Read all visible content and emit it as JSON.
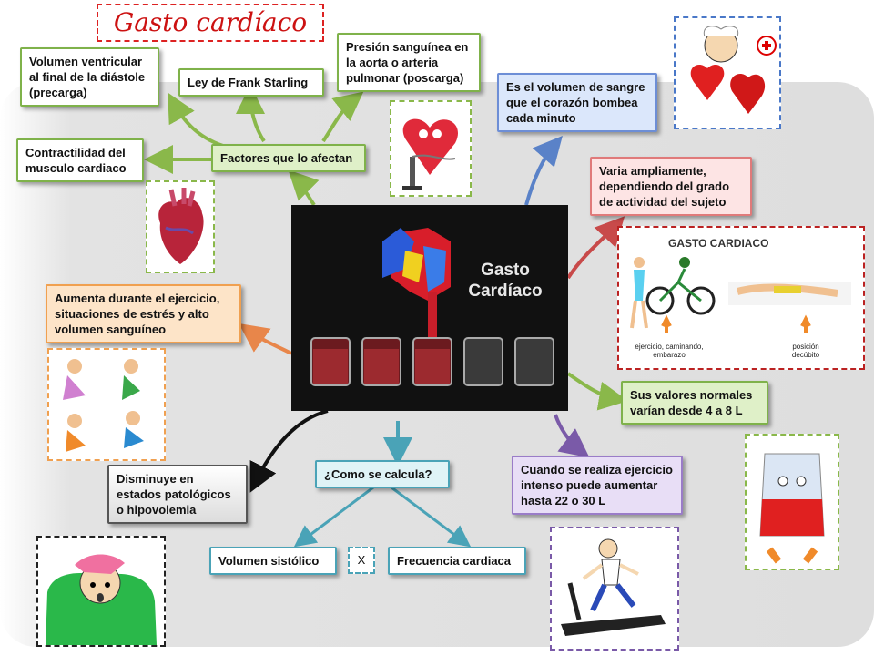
{
  "title": "Gasto cardíaco",
  "center_label": "Gasto Cardíaco",
  "nodes": {
    "factores": "Factores que lo afectan",
    "volumen_ventricular": "Volumen ventricular al final de la diástole (precarga)",
    "frank_starling": "Ley de Frank Starling",
    "presion": "Presión sanguínea en la aorta o arteria pulmonar (poscarga)",
    "contractilidad": "Contractilidad del musculo cardiaco",
    "definicion": "Es el volumen de sangre que el corazón bombea cada minuto",
    "varia": "Varia ampliamente, dependiendo del grado de actividad del sujeto",
    "aumenta": "Aumenta durante el ejercicio, situaciones de estrés y alto volumen sanguíneo",
    "valores": "Sus valores normales varían desde 4 a 8 L",
    "disminuye": "Disminuye en estados patológicos o hipovolemia",
    "como": "¿Como se calcula?",
    "ejercicio": "Cuando se realiza ejercicio intenso puede aumentar hasta 22 o 30 L",
    "volumen_sistolico": "Volumen sistólico",
    "por": "X",
    "frecuencia": "Frecuencia cardiaca"
  },
  "activity_image": {
    "title": "GASTO CARDIACO",
    "left_caption": "ejercicio, caminando, embarazo",
    "right_caption": "posición decúbito"
  },
  "colors": {
    "green": "#7fb24a",
    "blue": "#6d8ed6",
    "red": "#e07a7a",
    "orange": "#f0a050",
    "violet": "#9a7cc8",
    "teal": "#4aa3b7",
    "title_red": "#cc1111"
  },
  "icons": [
    "doctor-heart-icon",
    "heart-pump-icon",
    "anatomical-heart-icon",
    "exercise-people-icon",
    "blood-bag-icon",
    "sick-person-icon",
    "treadmill-runner-icon"
  ]
}
